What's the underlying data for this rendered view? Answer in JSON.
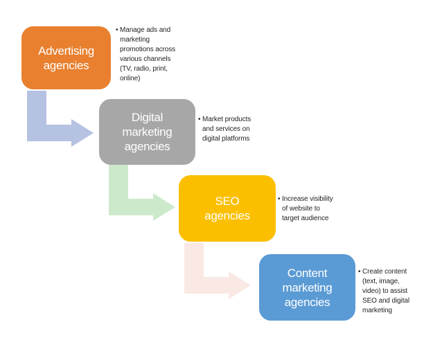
{
  "diagram": {
    "type": "staircase-process-diagram",
    "bullet_marker": "•",
    "steps": [
      {
        "label": "Advertising agencies",
        "lines": [
          "Advertising",
          "agencies"
        ],
        "box_color": "#e8802f",
        "label_color": "#ffffff",
        "note": "Manage ads and marketing promotions across various channels (TV, radio, print, online)",
        "note_lines": [
          "Manage ads and",
          "marketing",
          "promotions across",
          "various channels",
          "(TV, radio, print,",
          "online)"
        ]
      },
      {
        "label": "Digital marketing agencies",
        "lines": [
          "Digital",
          "marketing",
          "agencies"
        ],
        "box_color": "#a7a7a7",
        "label_color": "#ffffff",
        "note": "Market products and services on digital platforms",
        "note_lines": [
          "Market products",
          "and services on",
          "digital platforms"
        ]
      },
      {
        "label": "SEO agencies",
        "lines": [
          "SEO",
          "agencies"
        ],
        "box_color": "#fbbf00",
        "label_color": "#ffffff",
        "note": "Increase visibility of website to target audience",
        "note_lines": [
          "Increase visibility",
          "of website to",
          "target audience"
        ]
      },
      {
        "label": "Content marketing agencies",
        "lines": [
          "Content",
          "marketing",
          "agencies"
        ],
        "box_color": "#5b9bd5",
        "label_color": "#ffffff",
        "note": "Create content (text, image, video) to assist SEO and digital marketing",
        "note_lines": [
          "Create content",
          "(text, image,",
          "video) to assist",
          "SEO and digital",
          "marketing"
        ]
      }
    ],
    "connectors": [
      {
        "from": "Advertising agencies",
        "to": "Digital marketing agencies",
        "color": "#b6c2e1"
      },
      {
        "from": "Digital marketing agencies",
        "to": "SEO agencies",
        "color": "#cceacb"
      },
      {
        "from": "SEO agencies",
        "to": "Content marketing agencies",
        "color": "#f9e8e3"
      }
    ],
    "note_text_color": "#1f1f1f",
    "background_color": "#ffffff"
  }
}
